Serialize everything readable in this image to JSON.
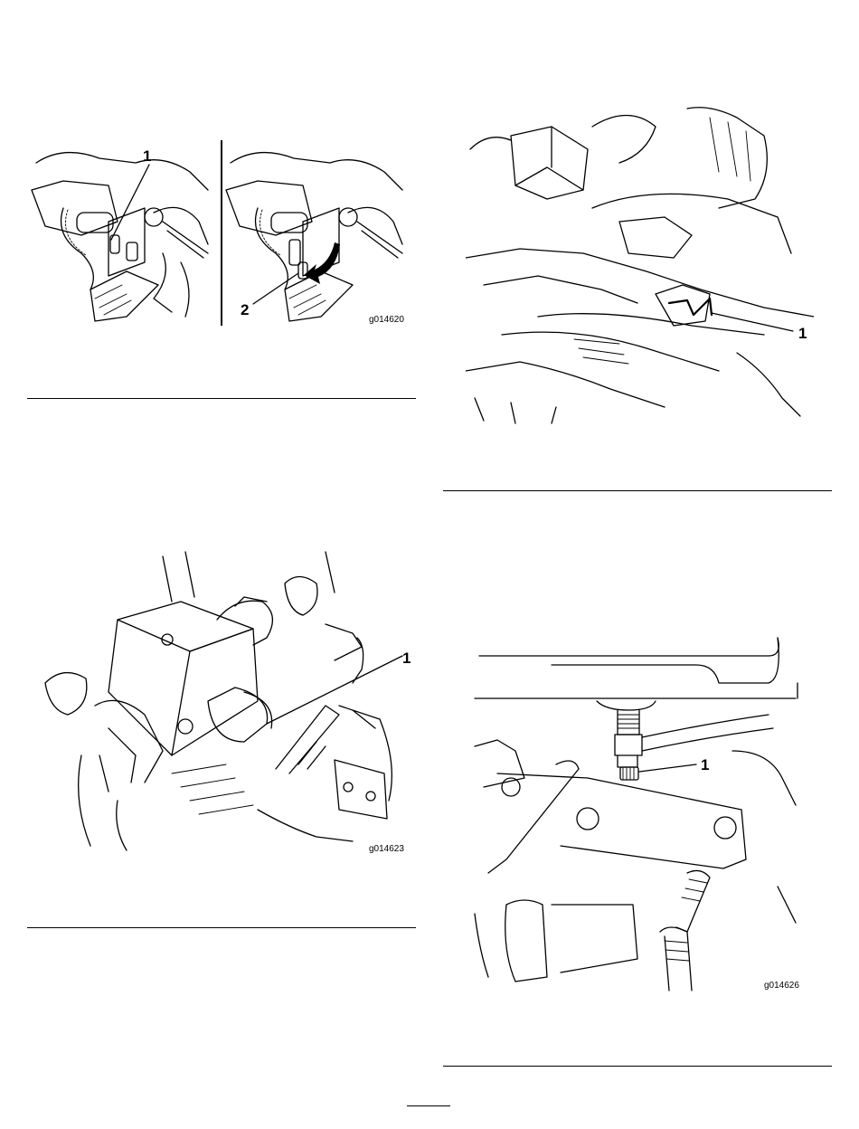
{
  "figures": [
    {
      "id": "fig-valve-rotate",
      "code": "g014620",
      "callouts": [
        "1",
        "2"
      ]
    },
    {
      "id": "fig-clip",
      "code": "",
      "callouts": [
        "1"
      ]
    },
    {
      "id": "fig-valve-block",
      "code": "g014623",
      "callouts": [
        "1"
      ]
    },
    {
      "id": "fig-bleed-fitting",
      "code": "g014626",
      "callouts": [
        "1"
      ]
    }
  ]
}
